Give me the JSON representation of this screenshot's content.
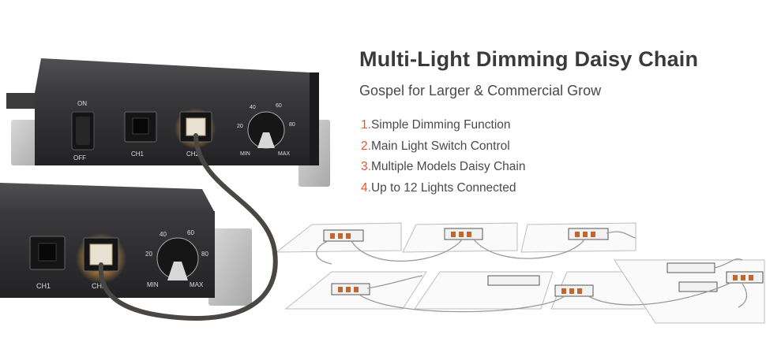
{
  "headline": "Multi-Light Dimming Daisy Chain",
  "subline": "Gospel for Larger & Commercial Grow",
  "features": [
    {
      "num": "1.",
      "text": "Simple Dimming Function"
    },
    {
      "num": "2.",
      "text": "Main Light Switch Control"
    },
    {
      "num": "3.",
      "text": "Multiple Models Daisy Chain"
    },
    {
      "num": "4.",
      "text": "Up to 12 Lights Connected"
    }
  ],
  "controller_labels": {
    "on": "ON",
    "off": "OFF",
    "ch1": "CH1",
    "ch2": "CH2",
    "min": "MIN",
    "max": "MAX",
    "dial_20": "20",
    "dial_40": "40",
    "dial_60": "60",
    "dial_80": "80"
  },
  "colors": {
    "accent_number": "#e8552c",
    "headline_text": "#3a3a3a",
    "body_text": "#4a4a4a",
    "controller_body": "#2c2c2e",
    "cable": "#4a4644",
    "port_glow": "#f6a640"
  }
}
